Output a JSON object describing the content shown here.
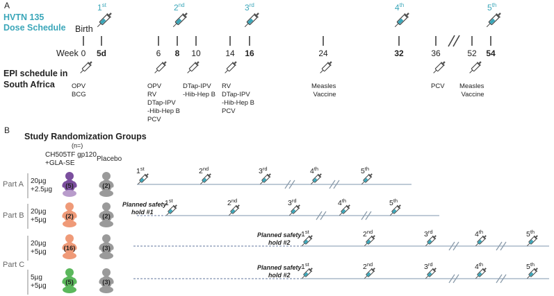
{
  "colors": {
    "teal": "#3aa6b9",
    "purple": "#7b4f9e",
    "purple_light": "#b89ccb",
    "salmon": "#ef9a78",
    "green": "#5bb85c",
    "gray": "#9a9a9a",
    "timeline": "#a8b8c8",
    "dashed": "#8090b0"
  },
  "panel_a": {
    "label": "A",
    "title_line1": "HVTN 135",
    "title_line2": "Dose Schedule",
    "birth": "Birth",
    "week": "Week",
    "epi_line1": "EPI schedule in",
    "epi_line2": "South Africa",
    "ticks": [
      {
        "label": "0",
        "bold": false
      },
      {
        "label": "5d",
        "bold": true
      },
      {
        "label": "6",
        "bold": false
      },
      {
        "label": "8",
        "bold": true
      },
      {
        "label": "10",
        "bold": false
      },
      {
        "label": "14",
        "bold": false
      },
      {
        "label": "16",
        "bold": true
      },
      {
        "label": "24",
        "bold": false
      },
      {
        "label": "32",
        "bold": true
      },
      {
        "label": "36",
        "bold": false
      },
      {
        "label": "52",
        "bold": false
      },
      {
        "label": "54",
        "bold": true
      }
    ],
    "doses": [
      {
        "num": "1",
        "sup": "st"
      },
      {
        "num": "2",
        "sup": "nd"
      },
      {
        "num": "3",
        "sup": "rd"
      },
      {
        "num": "4",
        "sup": "th"
      },
      {
        "num": "5",
        "sup": "th"
      }
    ],
    "epi_groups": [
      {
        "lines": [
          "OPV",
          "BCG"
        ]
      },
      {
        "lines": [
          "OPV",
          "RV",
          "DTap-IPV",
          "-Hib-Hep B",
          "PCV"
        ]
      },
      {
        "lines": [
          "DTap-IPV",
          "-Hib-Hep B"
        ]
      },
      {
        "lines": [
          "RV",
          "DTap-IPV",
          "-Hib-Hep B",
          "PCV"
        ]
      },
      {
        "lines": [
          "Measles",
          "Vaccine"
        ]
      },
      {
        "lines": [
          "PCV"
        ]
      },
      {
        "lines": [
          "Measles",
          "Vaccine"
        ]
      }
    ]
  },
  "panel_b": {
    "label": "B",
    "title": "Study Randomization Groups",
    "n_note": "(n=)",
    "vaccine_line1": "CH505TF gp120",
    "vaccine_line2": "+GLA-SE",
    "placebo": "Placebo",
    "safety_hold_1_line1": "Planned safety",
    "safety_hold_1_line2": "hold #1",
    "safety_hold_2_line1": "Planned safety",
    "safety_hold_2_line2": "hold #2",
    "parts": [
      {
        "name": "Part A"
      },
      {
        "name": "Part B"
      },
      {
        "name": "Part C"
      }
    ],
    "rows": [
      {
        "dose_line1": "20µg",
        "dose_line2": "+2.5µg",
        "vaccine_n": "(5)",
        "placebo_n": "(2)"
      },
      {
        "dose_line1": "20µg",
        "dose_line2": "+5µg",
        "vaccine_n": "(2)",
        "placebo_n": "(2)"
      },
      {
        "dose_line1": "20µg",
        "dose_line2": "+5µg",
        "vaccine_n": "(16)",
        "placebo_n": "(3)"
      },
      {
        "dose_line1": "5µg",
        "dose_line2": "+5µg",
        "vaccine_n": "(5)",
        "placebo_n": "(3)"
      }
    ]
  }
}
